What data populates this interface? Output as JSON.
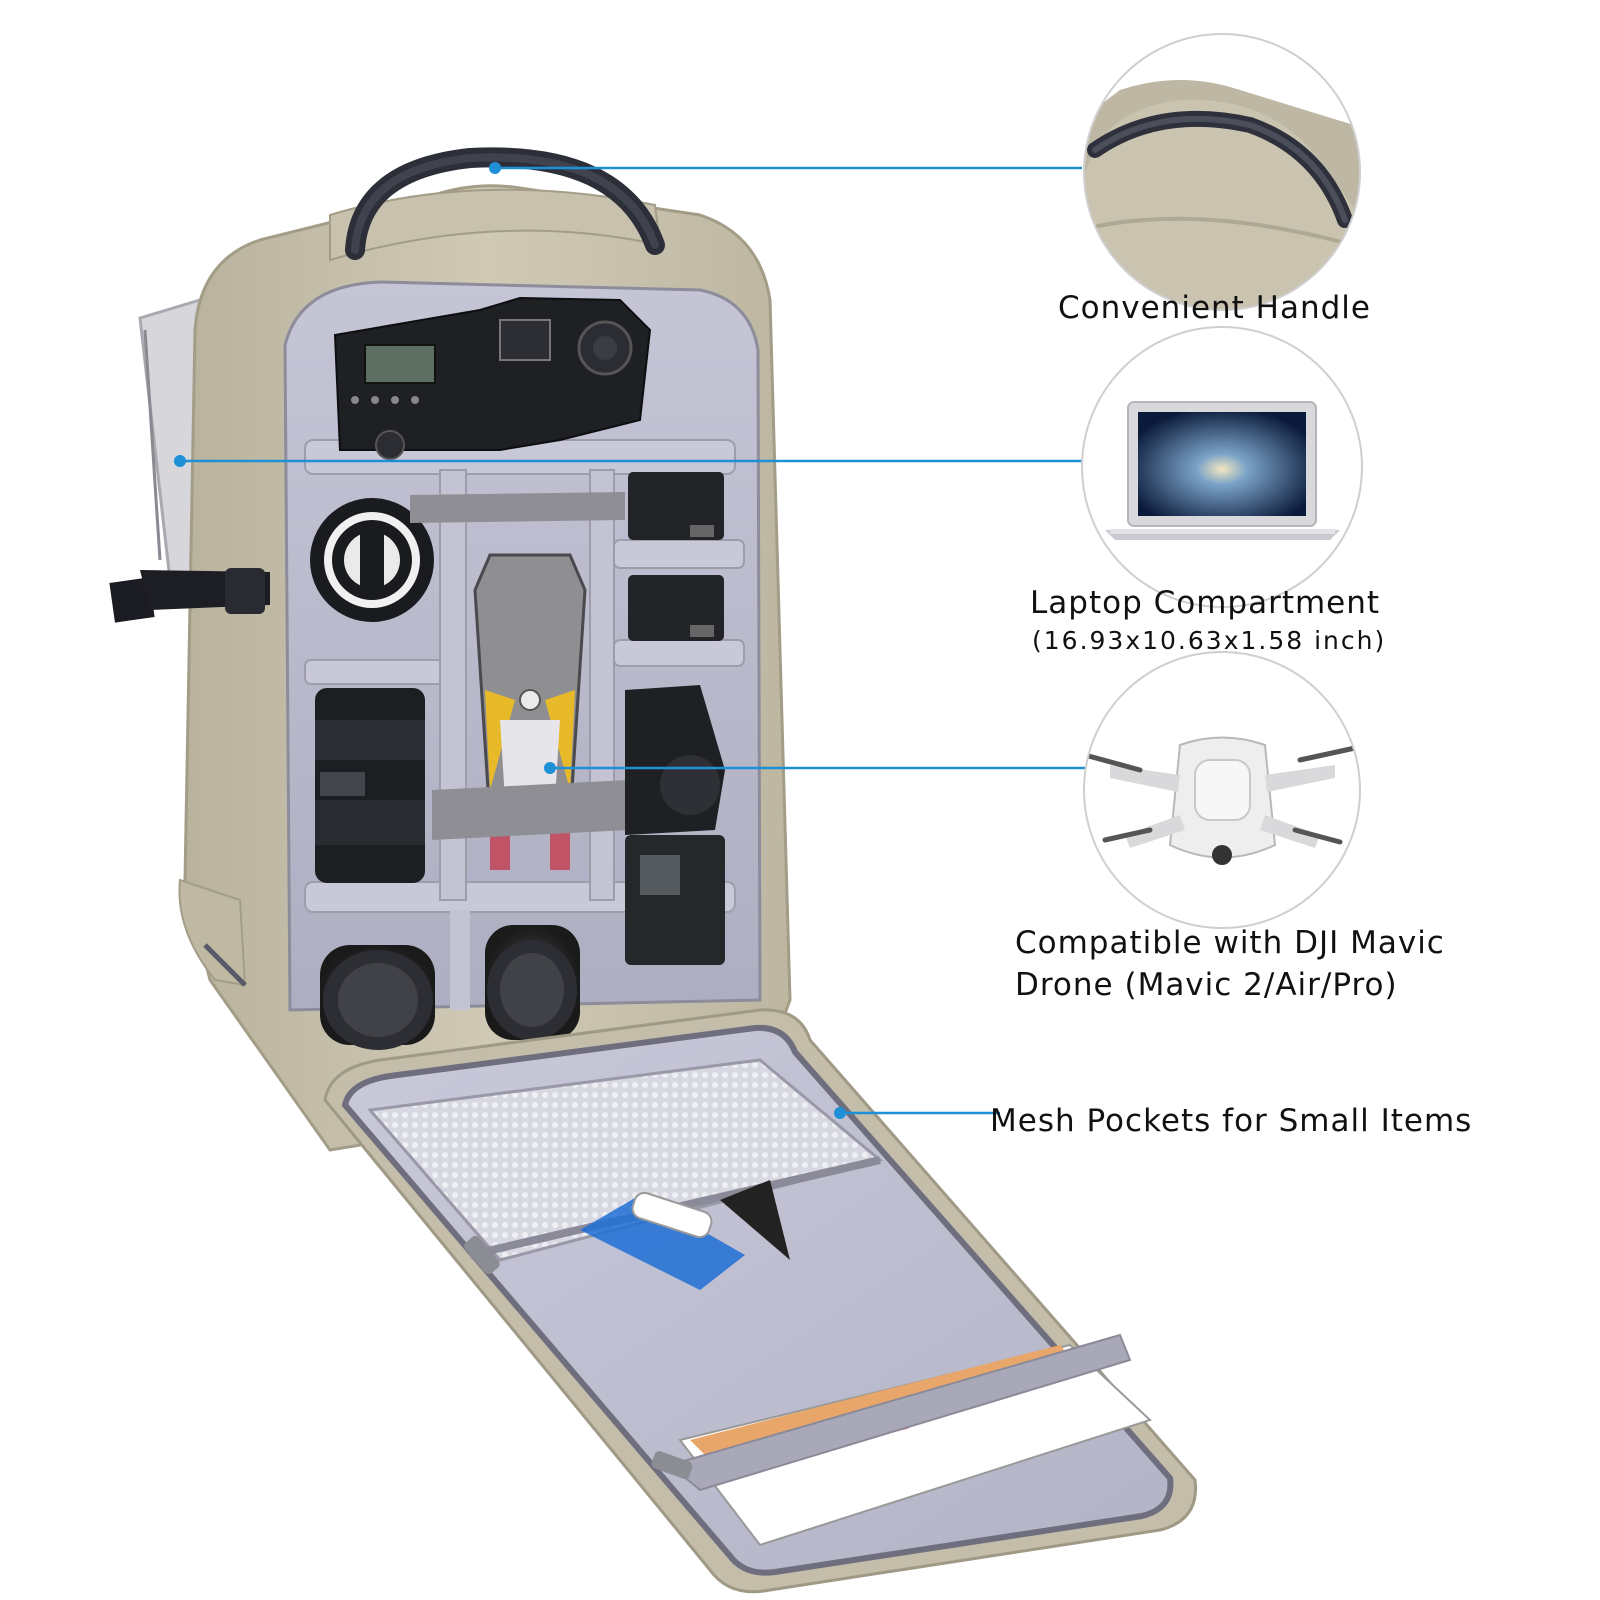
{
  "colors": {
    "bag_shell": "#c8c2ae",
    "interior_lining": "#b7b7c9",
    "callout_line": "#1f8fd6",
    "text": "#111111"
  },
  "callouts": {
    "handle": {
      "label": "Convenient Handle",
      "icon": "handle-closeup"
    },
    "laptop": {
      "label": "Laptop Compartment",
      "sublabel": "(16.93x10.63x1.58 inch)",
      "icon": "laptop-icon"
    },
    "drone": {
      "label_line1": "Compatible with DJI Mavic",
      "label_line2": "Drone (Mavic 2/Air/Pro)",
      "icon": "drone-icon"
    },
    "mesh": {
      "label": "Mesh Pockets for Small Items"
    }
  }
}
